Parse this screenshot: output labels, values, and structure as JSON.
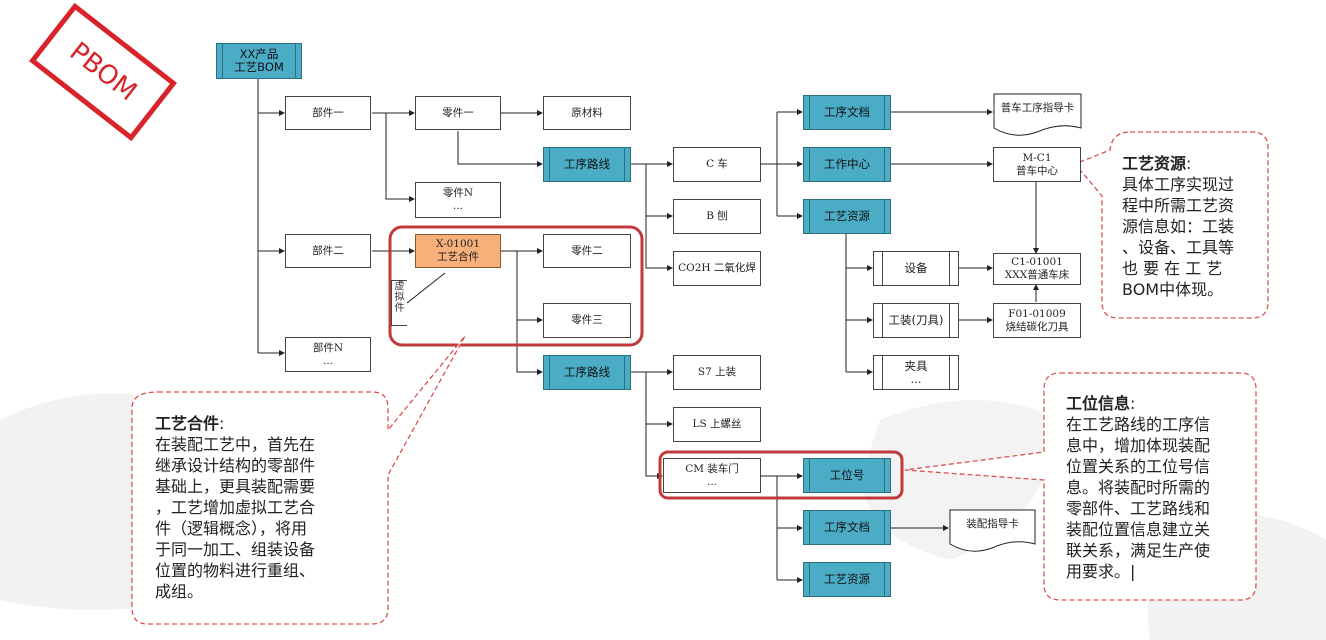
{
  "stamp": "PBOM",
  "nodes": {
    "root": "XX产品\n工艺BOM",
    "part1": "部件一",
    "part2": "部件二",
    "partN": "部件N\n...",
    "comp1": "零件一",
    "compN": "零件N\n...",
    "raw": "原材料",
    "route1": "工序路线",
    "x01001": "X-01001\n工艺合件",
    "virtual": "虚\n拟\n件",
    "comp2": "零件二",
    "comp3": "零件三",
    "route2": "工序路线",
    "c_lathe": "C 车",
    "b_plane": "B 刨",
    "co2": "CO2H 二氧化焊",
    "s7": "S7 上装",
    "ls": "LS 上螺丝",
    "cm": "CM 装车门\n...",
    "station": "工位号",
    "doc1": "工序文档",
    "wc": "工作中心",
    "res1": "工艺资源",
    "doc2": "工序文档",
    "res2": "工艺资源",
    "card1": "普车工序指导卡",
    "mc1": "M-C1\n普车中心",
    "equip": "设备",
    "tool": "工装(刀具)",
    "fixture": "夹具\n...",
    "c101": "C1-01001\nXXX普通车床",
    "f01": "F01-01009\n烧结碳化刀具",
    "card2": "装配指导卡"
  },
  "callouts": {
    "resource": {
      "title": "工艺资源",
      "text": "具体工序实现过\n程中所需工艺资\n源信息如：工装\n、设备、工具等\n也 要 在 工 艺\nBOM中体现。"
    },
    "assembly": {
      "title": "工艺合件",
      "text": "在装配工艺中，首先在\n继承设计结构的零部件\n基础上，更具装配需要\n，工艺增加虚拟工艺合\n件（逻辑概念），将用\n于同一加工、组装设备\n位置的物料进行重组、\n成组。"
    },
    "station": {
      "title": "工位信息",
      "text": "在工艺路线的工序信\n息中，增加体现装配\n位置关系的工位号信\n息。将装配时所需的\n零部件、工艺路线和\n装配位置信息建立关\n联关系，满足生产使\n用要求。|"
    }
  },
  "colors": {
    "teal": "#4bacc6",
    "orange": "#f7b07a",
    "red": "#d8232a",
    "callout_border": "#d9534f"
  }
}
